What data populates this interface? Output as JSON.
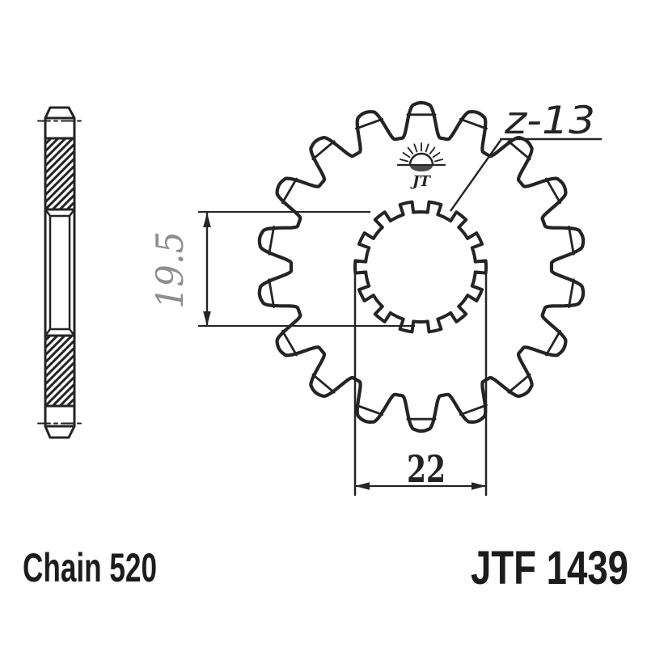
{
  "product": {
    "part_number": "JTF 1439",
    "chain_label": "Chain 520",
    "teeth_annotation": "z-13",
    "logo_text": "JT"
  },
  "dimensions": {
    "spline_width": "19.5",
    "shaft_diameter": "22"
  },
  "drawing": {
    "front_teeth_drawn": 18,
    "spline_teeth_drawn": 14,
    "line_color": "#242424",
    "dim_text_gray": "#8e8e8e",
    "background": "#ffffff"
  }
}
